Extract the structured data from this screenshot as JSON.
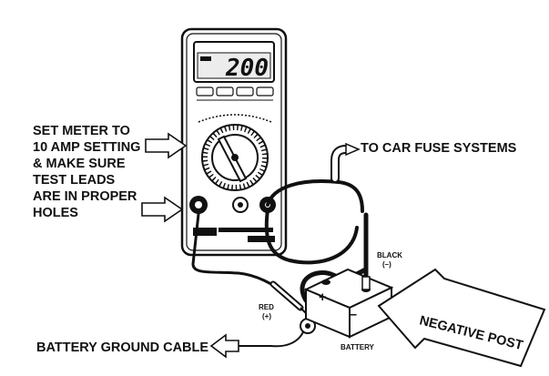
{
  "diagram": {
    "meter": {
      "display_value": "200",
      "buttons": [
        "",
        "",
        "",
        ""
      ]
    },
    "labels": {
      "set_meter": [
        "SET METER TO",
        "10 AMP SETTING",
        "& MAKE SURE",
        "TEST LEADS",
        "ARE IN PROPER",
        "HOLES"
      ],
      "to_car_fuse": "TO CAR FUSE SYSTEMS",
      "black_lead": "BLACK",
      "black_sign": "(–)",
      "red_lead": "RED",
      "red_sign": "(+)",
      "battery": "BATTERY",
      "battery_plus": "+",
      "battery_minus": "–",
      "negative_post": "NEGATIVE POST",
      "ground_cable": "BATTERY GROUND CABLE"
    },
    "icons": [
      "arrow-right-icon",
      "arrow-up-right-icon",
      "arrow-left-icon",
      "block-arrow-icon"
    ],
    "colors": {
      "ink": "#111111",
      "paper": "#ffffff"
    }
  }
}
